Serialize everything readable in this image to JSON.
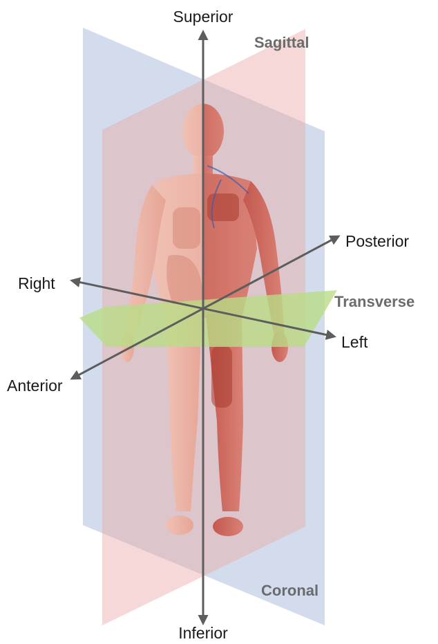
{
  "directions": {
    "superior": "Superior",
    "inferior": "Inferior",
    "posterior": "Posterior",
    "anterior": "Anterior",
    "right": "Right",
    "left": "Left"
  },
  "planes": {
    "sagittal": "Sagittal",
    "coronal": "Coronal",
    "transverse": "Transverse"
  },
  "colors": {
    "sagittal_plane": "#e8a9a6",
    "coronal_plane": "#aebfdc",
    "transverse_plane": "#b9dc86",
    "skin": "#f0b4a2",
    "muscle": "#c9574a",
    "arrow": "#5d5d5d"
  }
}
